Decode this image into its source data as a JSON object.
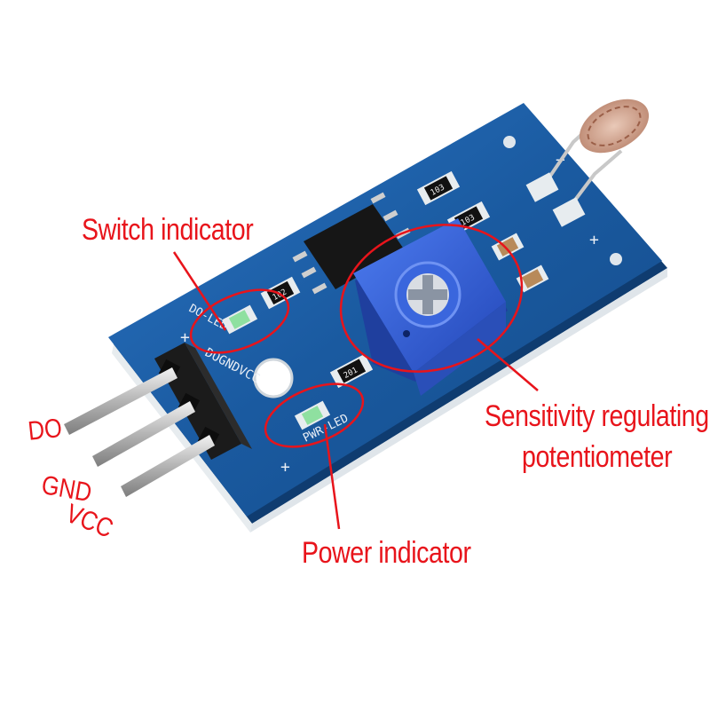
{
  "labels": {
    "switch_indicator": "Switch indicator",
    "power_indicator": "Power indicator",
    "sensitivity_line1": "Sensitivity regulating",
    "sensitivity_line2": "potentiometer",
    "pin_do": "DO",
    "pin_gnd": "GND",
    "pin_vcc": "VCC"
  },
  "silkscreen": {
    "do_led": "DO-LED",
    "pins": "DOGNDVCC",
    "pwr_led": "PWR-LED",
    "plus": "+",
    "minus": "−",
    "r1": "102",
    "r2": "103",
    "r3": "103",
    "r4": "201"
  },
  "colors": {
    "annotation": "#e8141b",
    "pcb": "#1a5aa0",
    "potentiometer": "#2f5fd0",
    "header": "#1b1b1b",
    "pins": "#b9b9b9"
  }
}
